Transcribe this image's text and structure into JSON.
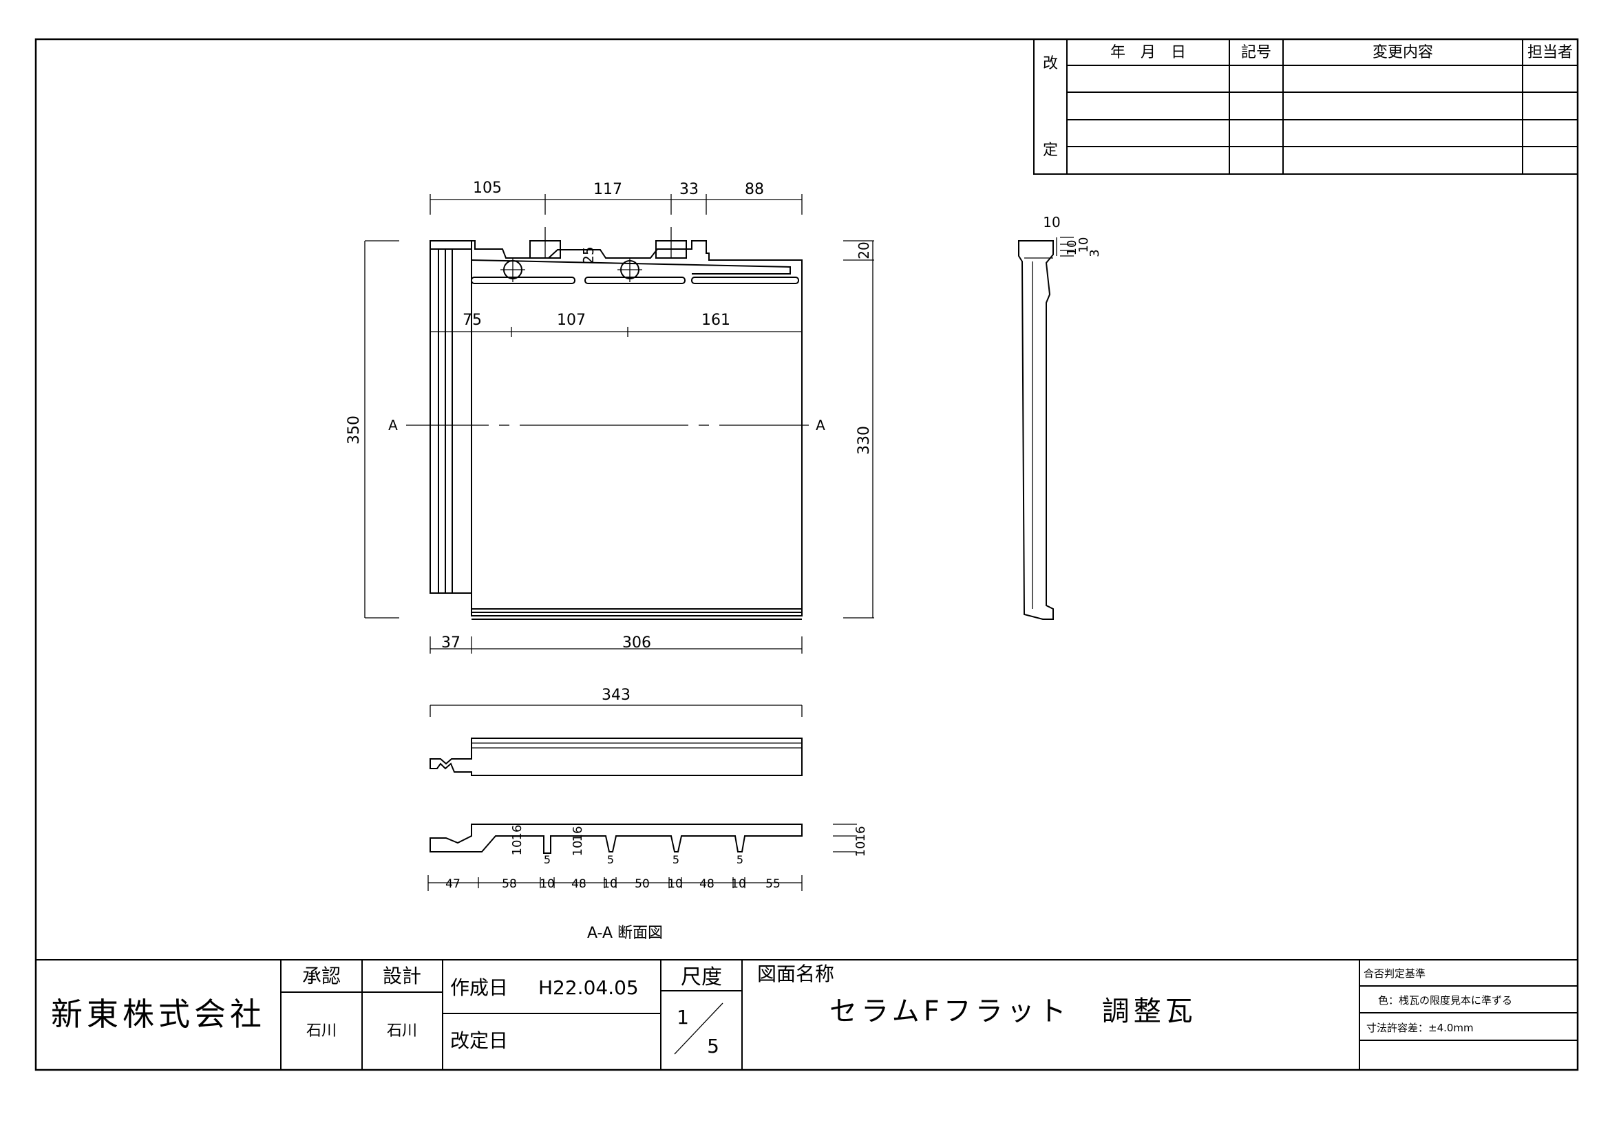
{
  "revision_table": {
    "side_labels": [
      "改",
      "定"
    ],
    "headers": [
      "年　月　日",
      "記号",
      "変更内容",
      "担当者"
    ]
  },
  "plan_view": {
    "top_dims": [
      "105",
      "117",
      "33",
      "88"
    ],
    "inner_dims": [
      "75",
      "107",
      "161"
    ],
    "slot_dim": "25",
    "right_top_dim": "20",
    "height_overall": "350",
    "height_right": "330",
    "section_mark_left": "A",
    "section_mark_right": "A",
    "bottom_dims": [
      "37",
      "306"
    ]
  },
  "side_view": {
    "dims": [
      "10",
      "10",
      "10",
      "3"
    ]
  },
  "front_view": {
    "overall_width": "343"
  },
  "section_view": {
    "vertical_dims": [
      "10",
      "16",
      "16",
      "10",
      "16",
      "10"
    ],
    "bottom_dims": [
      "47",
      "58",
      "10",
      "48",
      "10",
      "50",
      "10",
      "48",
      "10",
      "55"
    ],
    "groove_labels": [
      "5",
      "5",
      "5",
      "5"
    ],
    "caption": "A-A 断面図"
  },
  "title_block": {
    "company": "新東株式会社",
    "approval_label": "承認",
    "design_label": "設計",
    "approver": "石川",
    "designer": "石川",
    "created_label": "作成日",
    "created_date": "H22.04.05",
    "revised_label": "改定日",
    "scale_label": "尺度",
    "scale_num": "1",
    "scale_den": "5",
    "drawing_name_label": "図面名称",
    "drawing_name": "セラムFフラット　調整瓦",
    "criteria_title": "合否判定基準",
    "criteria_color": "色：桟瓦の限度見本に準ずる",
    "criteria_tolerance": "寸法許容差：±4.0mm"
  }
}
